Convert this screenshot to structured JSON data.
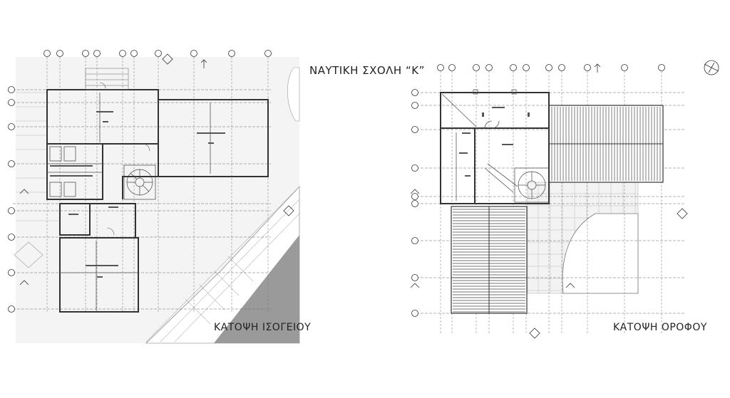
{
  "title": "ΝΑΥΤΙΚΗ ΣΧΟΛΗ “Κ”",
  "plans": {
    "ground": {
      "caption": "ΚΑΤΟΨΗ ΙΣΟΓΕΙΟΥ"
    },
    "upper": {
      "caption": "ΚΑΤΟΨΗ ΟΡΟΦΟΥ"
    }
  },
  "colors": {
    "line": "#333333",
    "hatch": "#555555",
    "paving": "#ebebeb",
    "grid": "#666666"
  },
  "icons": [
    "north-arrow-icon",
    "section-marker-icon",
    "grid-bubble-icon",
    "stair-icon"
  ]
}
